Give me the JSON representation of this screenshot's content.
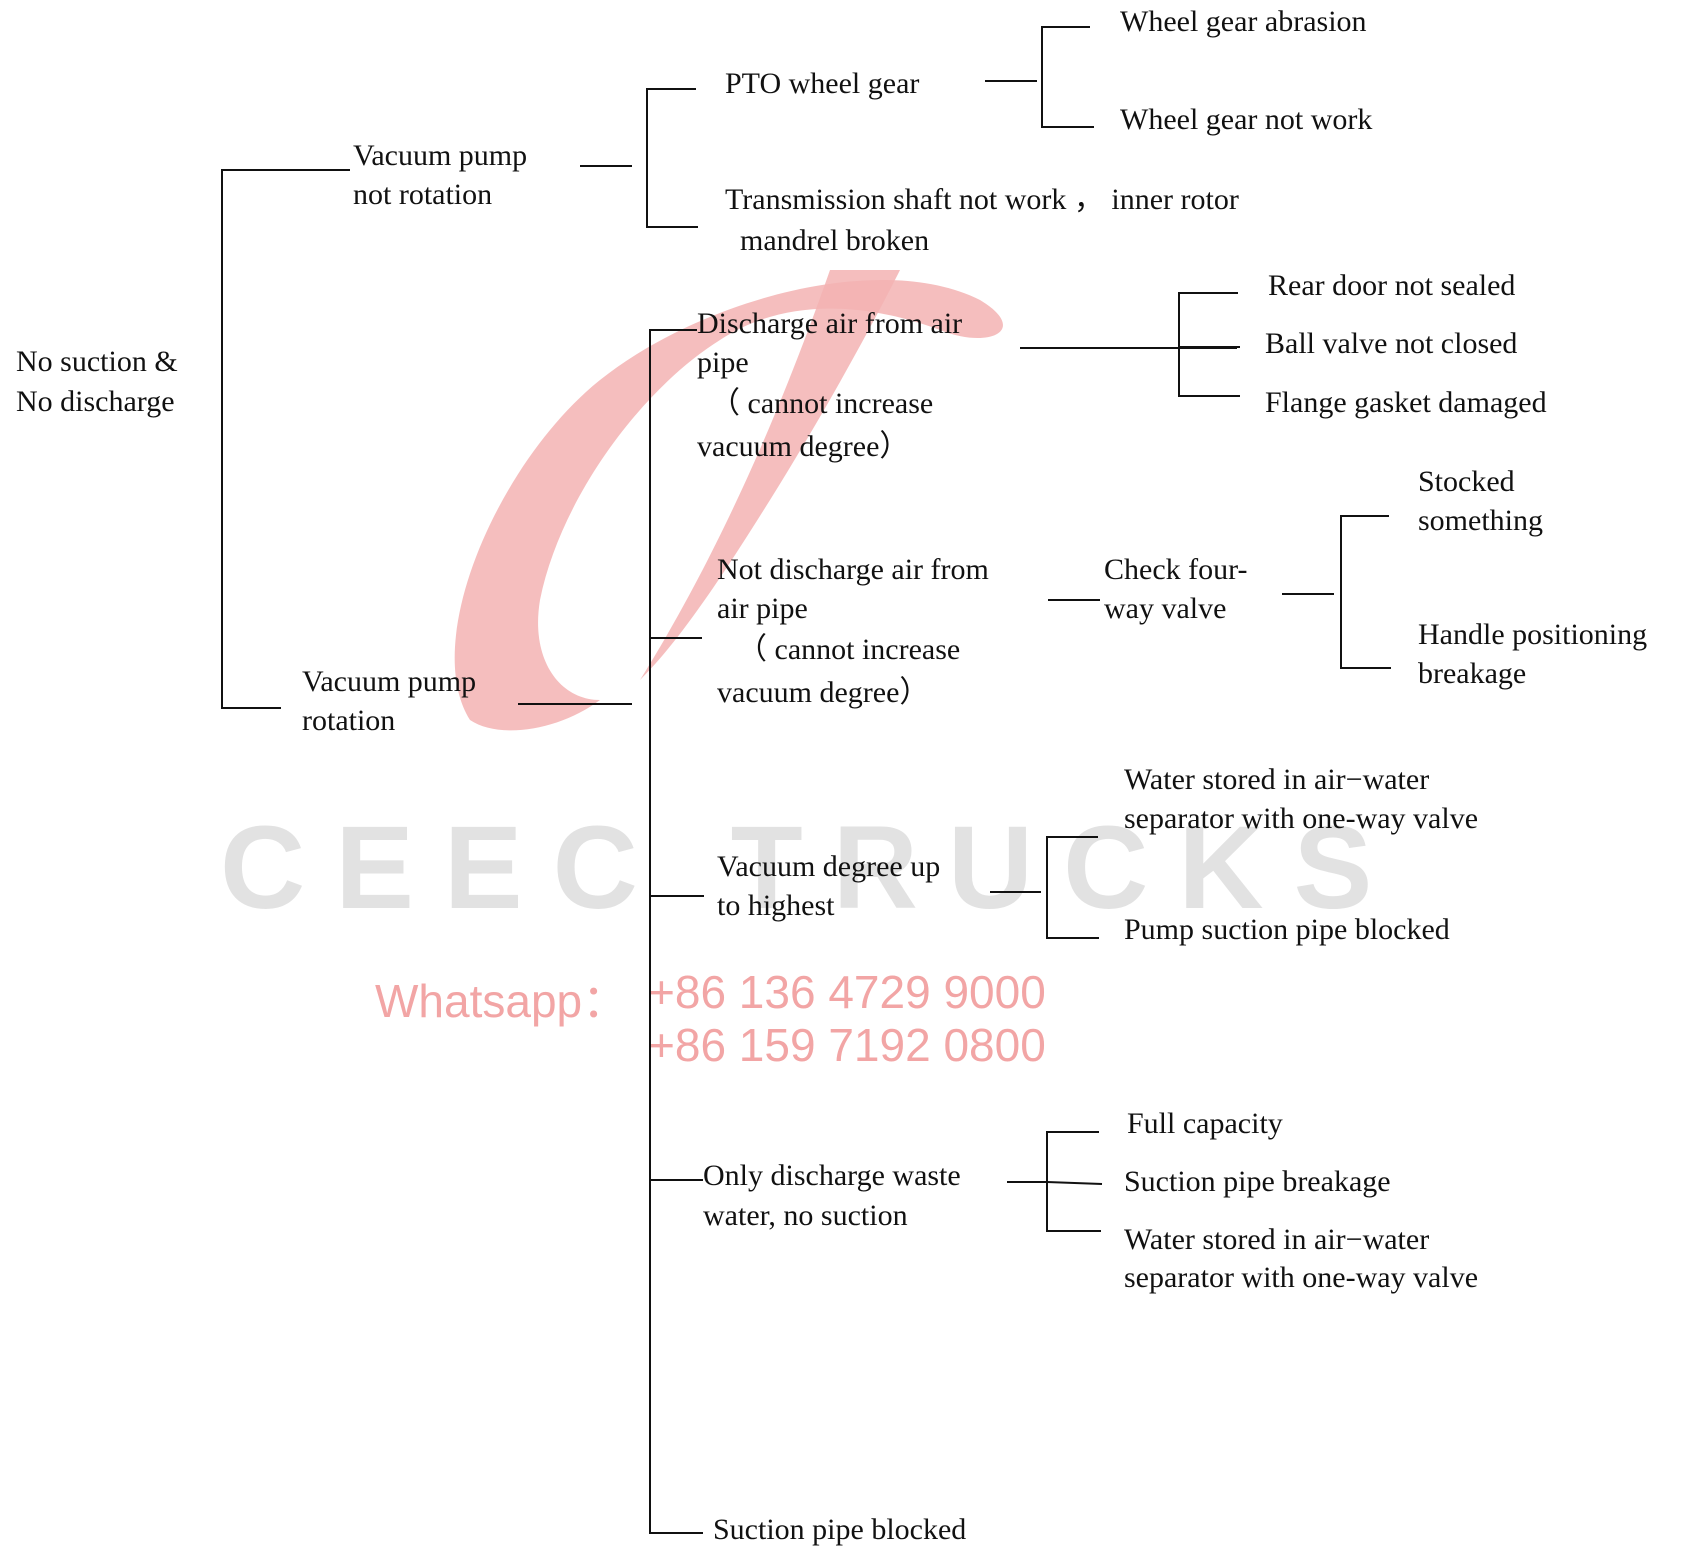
{
  "root": {
    "line1": "No suction &",
    "line2": "No discharge"
  },
  "branch_not_rotation": {
    "line1": "Vacuum   pump",
    "line2": "not rotation",
    "pto": {
      "label": "PTO wheel gear",
      "causes": [
        "Wheel gear abrasion",
        "Wheel gear not work"
      ]
    },
    "transmission": {
      "line1": "Transmission   shaft   not   work ，  inner   rotor",
      "line2": "mandrel broken"
    }
  },
  "branch_rotation": {
    "line1": "Vacuum   pump",
    "line2": "rotation",
    "discharge_air": {
      "lines": [
        "Discharge  air  from  air",
        "pipe",
        "（     cannot      increase",
        "vacuum degree）"
      ],
      "causes": [
        "Rear door not sealed",
        "Ball valve not closed",
        "Flange gasket damaged"
      ]
    },
    "not_discharge_air": {
      "lines": [
        "Not  discharge  air  from",
        "air pipe",
        "（     cannot      increase",
        "vacuum degree）"
      ],
      "check": {
        "line1": "Check     four-",
        "line2": "way valve"
      },
      "causes": [
        {
          "line1": "Stocked",
          "line2": "something"
        },
        {
          "line1": "Handle  positioning",
          "line2": "breakage"
        }
      ]
    },
    "vacuum_highest": {
      "line1": "Vacuum   degree   up",
      "line2": "to highest",
      "causes": [
        {
          "line1": "Water    stored    in    air−water",
          "line2": "separator with one-way valve"
        },
        {
          "line1": "Pump suction pipe blocked",
          "line2": ""
        }
      ]
    },
    "only_discharge": {
      "line1": "Only  discharge  waste",
      "line2": "water, no suction",
      "causes": [
        {
          "line1": "Full capacity",
          "line2": ""
        },
        {
          "line1": "Suction pipe breakage",
          "line2": ""
        },
        {
          "line1": "Water    stored    in    air−water",
          "line2": "separator with one-way valve"
        }
      ]
    },
    "suction_blocked": "Suction pipe blocked"
  },
  "watermark": {
    "brand": "CEEC TRUCKS",
    "whatsapp_label": "Whatsapp：",
    "phone1": "+86 136 4729 9000",
    "phone2": "+86 159 7192 0800",
    "logo_color": "#f3b3b3",
    "brand_color": "#d9d9d9",
    "phone_color": "#f2a5a5"
  },
  "line_color": "#111111"
}
